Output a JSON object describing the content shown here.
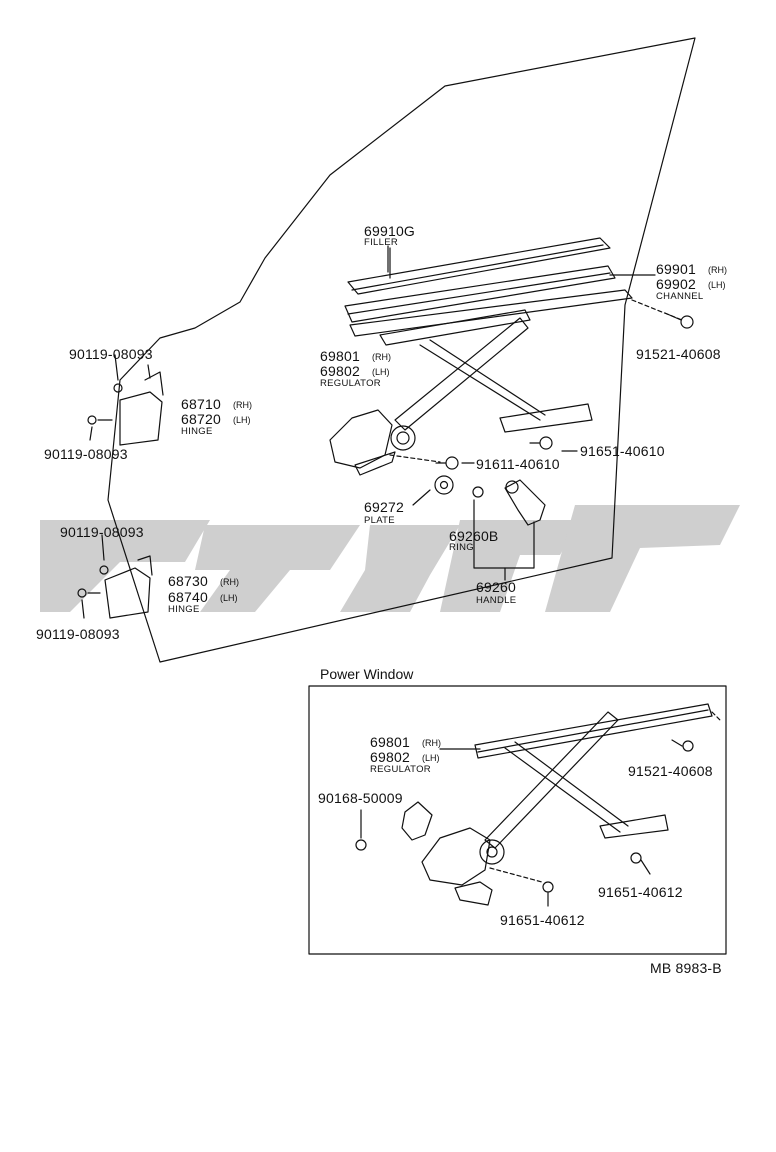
{
  "main": {
    "filler": {
      "pn": "69910G",
      "name": "FILLER"
    },
    "channel": {
      "pn_rh": "69901",
      "pn_lh": "69902",
      "rh": "(RH)",
      "lh": "(LH)",
      "name": "CHANNEL"
    },
    "bolt_channel": "91521-40608",
    "regulator": {
      "pn_rh": "69801",
      "pn_lh": "69802",
      "rh": "(RH)",
      "lh": "(LH)",
      "name": "REGULATOR"
    },
    "bolt_reg_right": "91651-40610",
    "bolt_reg_center": "91611-40610",
    "plate": {
      "pn": "69272",
      "name": "PLATE"
    },
    "ring": {
      "pn": "69260B",
      "name": "RING"
    },
    "handle": {
      "pn": "69260",
      "name": "HANDLE"
    },
    "upper_hinge": {
      "pn_rh": "68710",
      "pn_lh": "68720",
      "rh": "(RH)",
      "lh": "(LH)",
      "name": "HINGE",
      "bolt_top": "90119-08093",
      "bolt_bottom": "90119-08093"
    },
    "lower_hinge": {
      "pn_rh": "68730",
      "pn_lh": "68740",
      "rh": "(RH)",
      "lh": "(LH)",
      "name": "HINGE",
      "bolt_top": "90119-08093",
      "bolt_bottom": "90119-08093"
    }
  },
  "power_window": {
    "title": "Power Window",
    "regulator": {
      "pn_rh": "69801",
      "pn_lh": "69802",
      "rh": "(RH)",
      "lh": "(LH)",
      "name": "REGULATOR"
    },
    "motor_bolt": "90168-50009",
    "bolt_top_right": "91521-40608",
    "bolt_mid_right": "91651-40612",
    "bolt_bottom": "91651-40612"
  },
  "footer_code": "MB 8983-B",
  "colors": {
    "line": "#111111",
    "watermark": "#c4c4c4"
  }
}
